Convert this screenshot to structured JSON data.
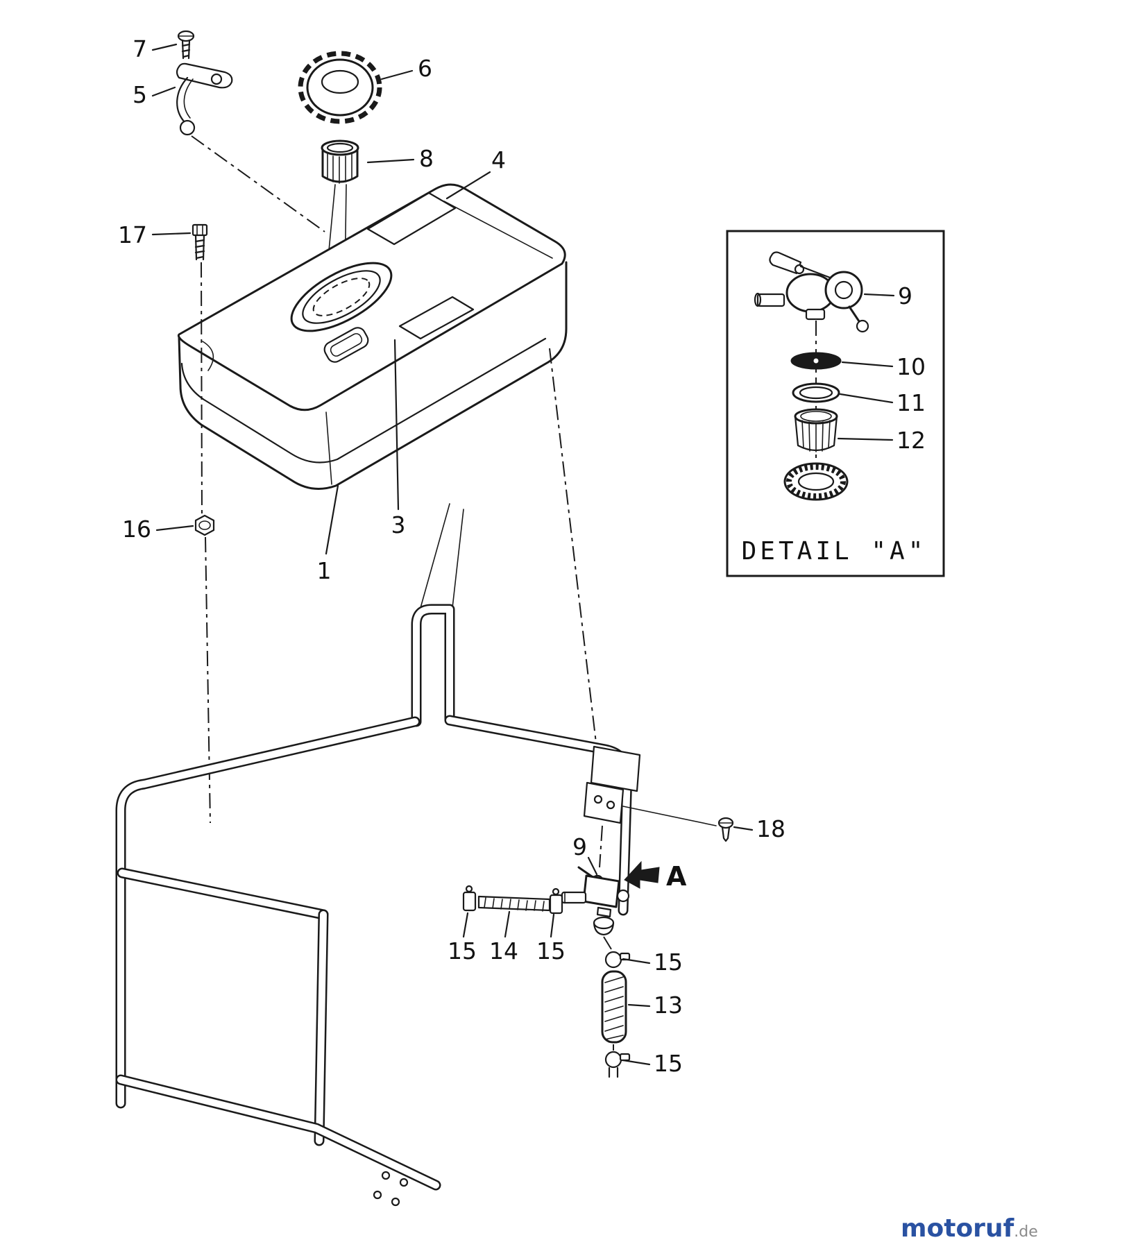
{
  "page": {
    "background": "#ffffff",
    "line_color": "#1a1a1a",
    "detail_label": "DETAIL \"A\"",
    "view_arrow_label": "A"
  },
  "callouts": {
    "part1": "1",
    "part3": "3",
    "part4": "4",
    "part5": "5",
    "part6": "6",
    "part7": "7",
    "part8": "8",
    "part9_detail": "9",
    "part9_frame": "9",
    "part10": "10",
    "part11": "11",
    "part12": "12",
    "part13": "13",
    "part14": "14",
    "part15_hose_left": "15",
    "part15_hose_right": "15",
    "part15_filter_top": "15",
    "part15_filter_bottom": "15",
    "part16": "16",
    "part17": "17",
    "part18": "18"
  },
  "watermark": {
    "brand": "motoruf",
    "suffix": ".de",
    "brand_color": "#2a52a2",
    "suffix_color": "#8a8a8a"
  }
}
